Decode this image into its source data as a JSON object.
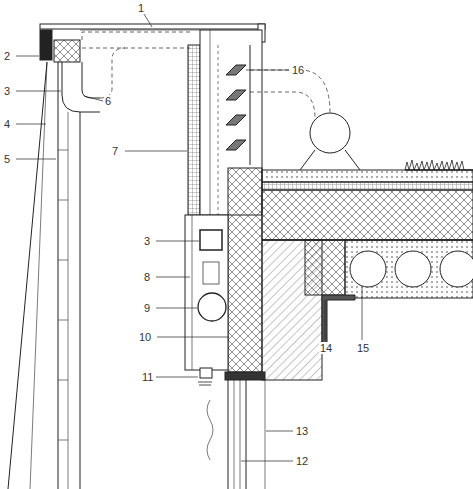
{
  "diagram": {
    "labels": [
      "1",
      "2",
      "3",
      "4",
      "5",
      "6",
      "7",
      "16",
      "3",
      "8",
      "9",
      "10",
      "11",
      "14",
      "15",
      "13",
      "12"
    ]
  }
}
